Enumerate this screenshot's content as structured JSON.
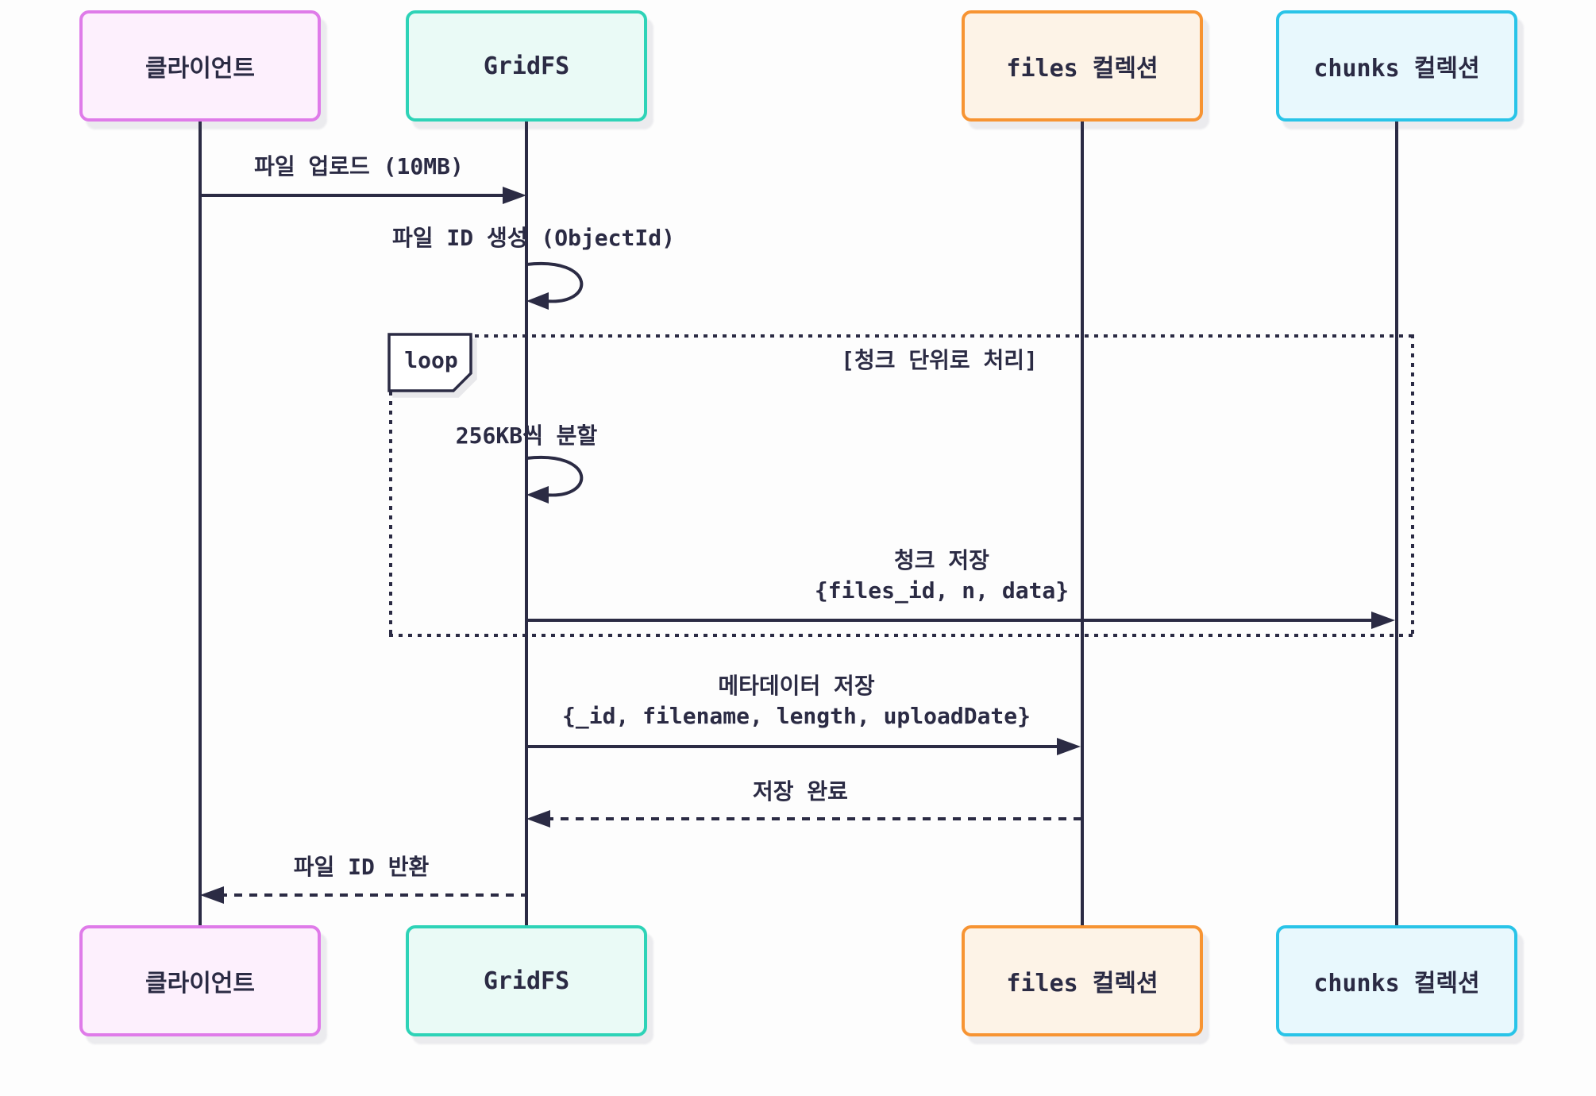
{
  "colors": {
    "ink": "#2b2b44",
    "background": "#fdfdfd",
    "client_border": "#df7be9",
    "client_fill": "#fdf0fd",
    "gridfs_border": "#2ed3b7",
    "gridfs_fill": "#eafaf6",
    "files_border": "#f79433",
    "files_fill": "#fdf3e7",
    "chunks_border": "#29c4e8",
    "chunks_fill": "#e8f8fd"
  },
  "participants": [
    {
      "id": "client",
      "label": "클라이언트"
    },
    {
      "id": "gridfs",
      "label": "GridFS"
    },
    {
      "id": "files",
      "label": "files 컬렉션"
    },
    {
      "id": "chunks",
      "label": "chunks 컬렉션"
    }
  ],
  "loop": {
    "label": "loop",
    "condition": "[청크 단위로 처리]"
  },
  "messages": {
    "upload": {
      "from": "클라이언트",
      "to": "GridFS",
      "style": "solid",
      "text": "파일 업로드 (10MB)"
    },
    "generate_id": {
      "self": "GridFS",
      "text": "파일 ID 생성 (ObjectId)"
    },
    "split": {
      "self": "GridFS",
      "in_loop": true,
      "text": "256KB씩 분할"
    },
    "save_chunk": {
      "from": "GridFS",
      "to": "chunks 컬렉션",
      "style": "solid",
      "in_loop": true,
      "line1": "청크 저장",
      "line2": "{files_id, n, data}"
    },
    "save_meta": {
      "from": "GridFS",
      "to": "files 컬렉션",
      "style": "solid",
      "line1": "메타데이터 저장",
      "line2": "{_id, filename, length, uploadDate}"
    },
    "save_done": {
      "from": "files 컬렉션",
      "to": "GridFS",
      "style": "dashed",
      "text": "저장 완료"
    },
    "return_id": {
      "from": "GridFS",
      "to": "클라이언트",
      "style": "dashed",
      "text": "파일 ID 반환"
    }
  }
}
